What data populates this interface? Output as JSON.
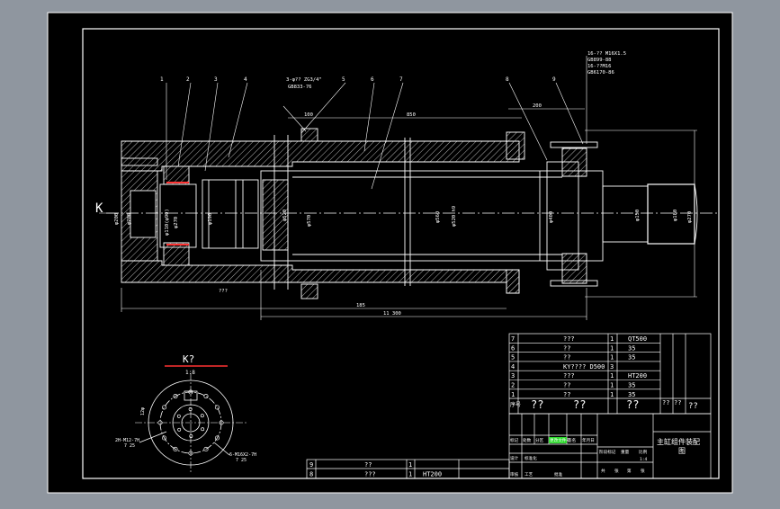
{
  "colors": {
    "background": "#8f969f",
    "paper": "#000000",
    "line": "#ffffff",
    "hatch": "#c8c8c8",
    "accent": "#ff3333",
    "highlight": "#33ff33"
  },
  "balloons": [
    "1",
    "2",
    "3",
    "4",
    "5",
    "6",
    "7",
    "8",
    "9"
  ],
  "annotations": {
    "bolt_spec_a": "3-φ?? ZG3/4\"",
    "bolt_spec_b": "GB833-76",
    "spec_right_1": "16-??  M16X1.5",
    "spec_right_2": "GB899-88",
    "spec_right_3": "16-??M16",
    "spec_right_4": "GB6170-86",
    "view_label": "K",
    "small_dim": "100",
    "dim_850": "850",
    "dim_200": "200",
    "dim_185": "185",
    "dim_1300": "11 300",
    "dim_note": "???",
    "left_bore_dim": "φ200",
    "right_bore_dim": "φ270",
    "right_shaft_dim": "φ180",
    "right_shaft_dim_b": "φ150",
    "center_dims": [
      "φ520",
      "φ570",
      "φ520 h9",
      "φ400",
      "φ560"
    ],
    "left_dims": [
      "φ200",
      "φ110(φ90)",
      "φ270",
      "φ190"
    ]
  },
  "view": {
    "title": "K?",
    "scale": "1:8",
    "spec_top": "12φ",
    "spec_left_1": "2H-M12-7H",
    "spec_left_2": "7 25",
    "spec_right_1": "6-M16X2-7H",
    "spec_right_2": "7 25"
  },
  "parts_table": {
    "rows": [
      {
        "no": "7",
        "name": "???",
        "qty": "1",
        "material": "QT500"
      },
      {
        "no": "6",
        "name": "??",
        "qty": "1",
        "material": "35"
      },
      {
        "no": "5",
        "name": "??",
        "qty": "1",
        "material": "35"
      },
      {
        "no": "4",
        "name": "KY????  D500",
        "qty": "3",
        "material": ""
      },
      {
        "no": "3",
        "name": "???",
        "qty": "1",
        "material": "HT200"
      },
      {
        "no": "2",
        "name": "??",
        "qty": "1",
        "material": "35"
      },
      {
        "no": "1",
        "name": "??",
        "qty": "1",
        "material": "35"
      }
    ],
    "header": {
      "no": "序号",
      "name": "??",
      "qty": "??",
      "material": "??",
      "weight_1": "??",
      "weight_2": "??",
      "note": "??"
    }
  },
  "lower_table": {
    "rows": [
      {
        "no": "9",
        "name": "??",
        "qty": "1",
        "material": ""
      },
      {
        "no": "8",
        "name": "???",
        "qty": "1",
        "material": "HT200"
      }
    ]
  },
  "title_block": {
    "title_1": "主缸组件装配",
    "title_2": "图",
    "cells": [
      "标记",
      "处数",
      "分区",
      "更改文件号",
      "签名",
      "年月日",
      "设计",
      "标准化",
      "审核",
      "工艺",
      "阶段标记",
      "重量",
      "比例",
      "共",
      "张",
      "第",
      "张",
      "1:4",
      "批准"
    ]
  }
}
